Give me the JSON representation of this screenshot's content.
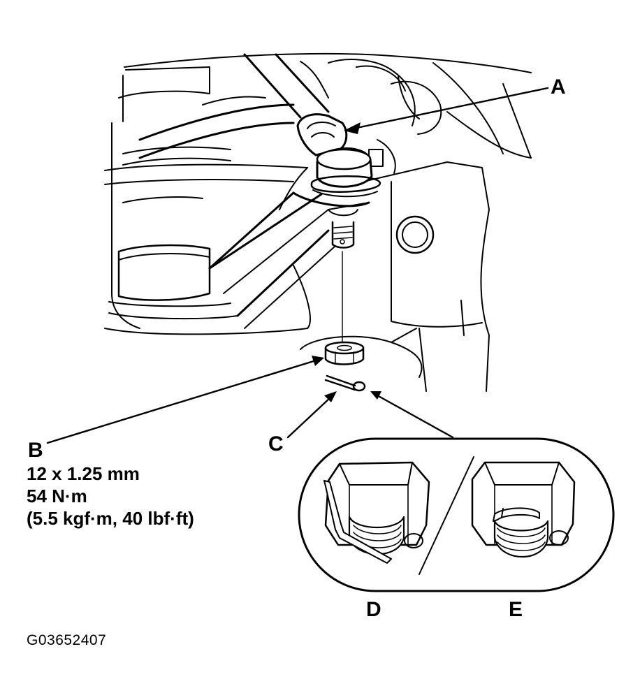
{
  "callouts": {
    "a": "A",
    "b": "B",
    "c": "C",
    "d": "D",
    "e": "E"
  },
  "spec": {
    "line1": "12 x 1.25 mm",
    "line2": "54 N·m",
    "line3": "(5.5 kgf·m, 40 lbf·ft)"
  },
  "figure_id": "G03652407",
  "colors": {
    "ink": "#000000",
    "paper": "#ffffff"
  }
}
